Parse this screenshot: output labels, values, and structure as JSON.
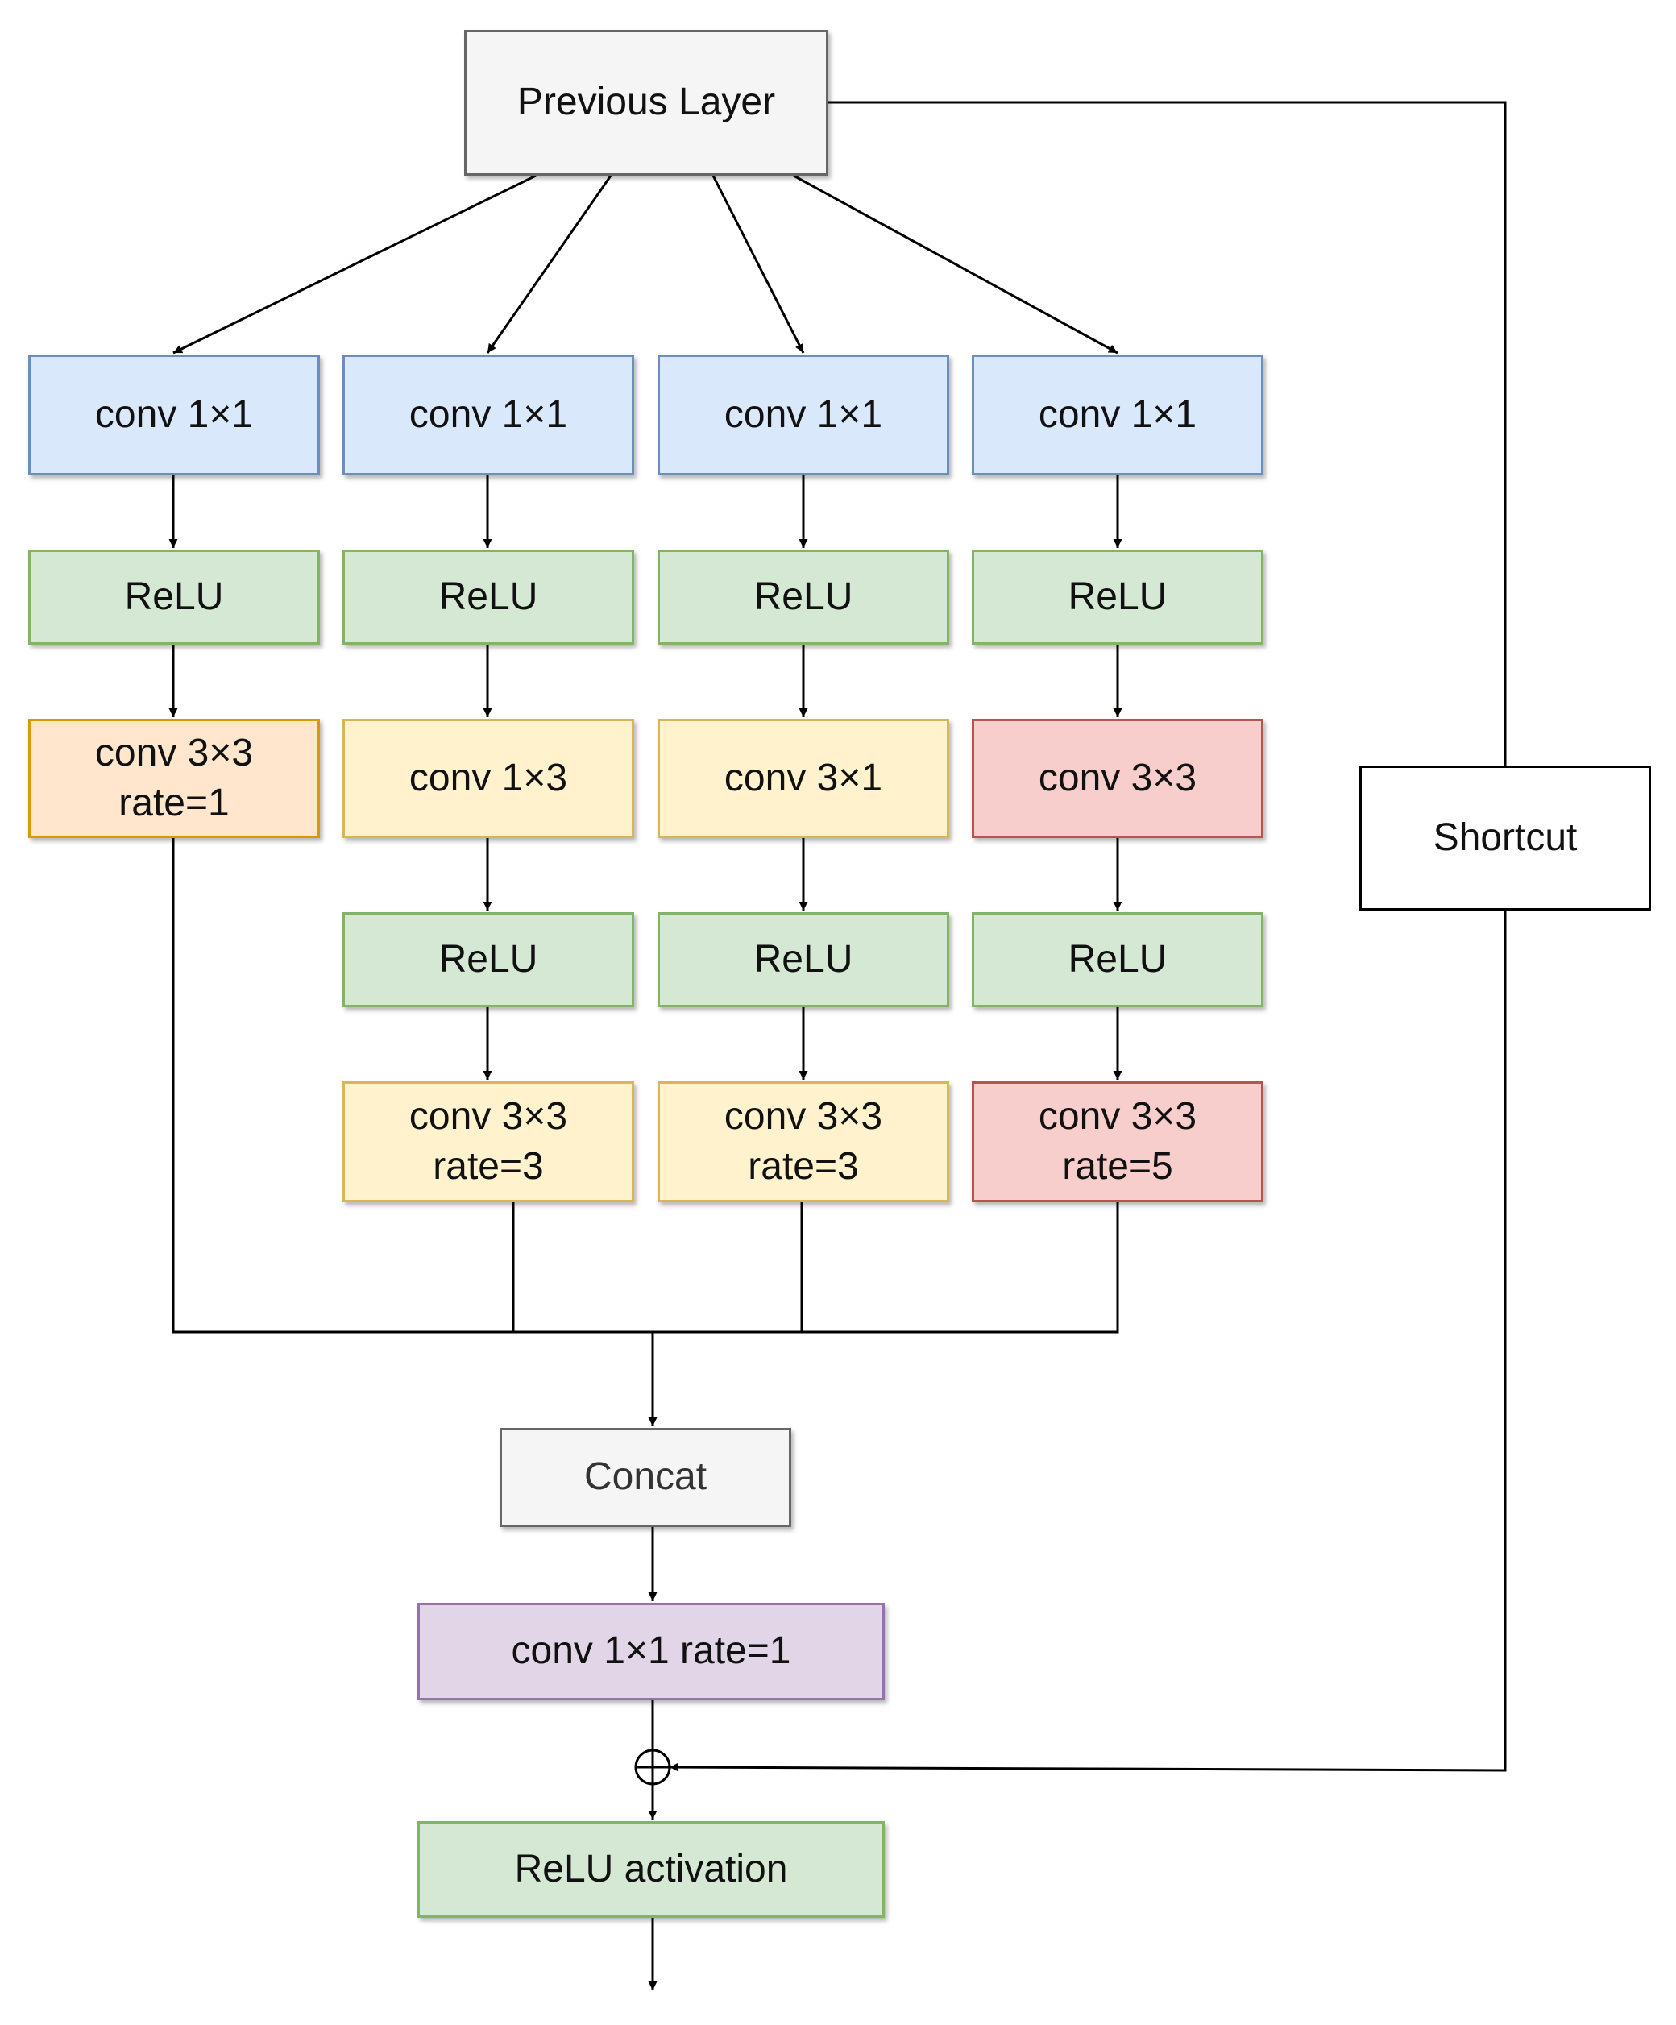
{
  "previous_layer": "Previous Layer",
  "shortcut": "Shortcut",
  "concat": "Concat",
  "fusion_conv": "conv 1×1 rate=1",
  "output_activation": "ReLU activation",
  "branches": [
    {
      "conv_in": "conv 1×1",
      "relu_1": "ReLU",
      "conv_mid_line1": "conv 3×3",
      "conv_mid_line2": "rate=1"
    },
    {
      "conv_in": "conv 1×1",
      "relu_1": "ReLU",
      "conv_mid_line1": "conv 1×3",
      "relu_2": "ReLU",
      "conv_out_line1": "conv 3×3",
      "conv_out_line2": "rate=3"
    },
    {
      "conv_in": "conv 1×1",
      "relu_1": "ReLU",
      "conv_mid_line1": "conv 3×1",
      "relu_2": "ReLU",
      "conv_out_line1": "conv 3×3",
      "conv_out_line2": "rate=3"
    },
    {
      "conv_in": "conv 1×1",
      "relu_1": "ReLU",
      "conv_mid_line1": "conv 3×3",
      "relu_2": "ReLU",
      "conv_out_line1": "conv 3×3",
      "conv_out_line2": "rate=5"
    }
  ],
  "colors": {
    "conv_in": "#dae8fc",
    "relu": "#d5e8d4",
    "branch1_conv": "#ffe6cc",
    "branch2_3_conv": "#fff2cc",
    "branch4_conv": "#f8cecc",
    "fusion_conv": "#e1d5e7",
    "concat": "#f5f5f5"
  }
}
